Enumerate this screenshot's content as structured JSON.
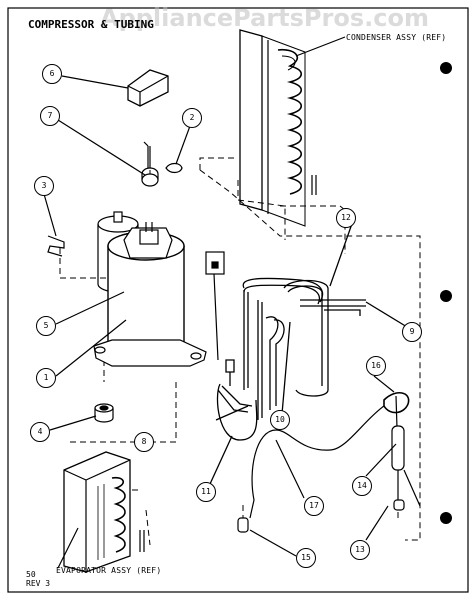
{
  "title": "COMPRESSOR & TUBING",
  "watermark": "AppliancePartsPros.com",
  "labels": {
    "condenser": "CONDENSER ASSY (REF)",
    "evaporator": "EVAPORATOR ASSY (REF)"
  },
  "callouts": [
    {
      "id": "1",
      "text": "1"
    },
    {
      "id": "2",
      "text": "2"
    },
    {
      "id": "3",
      "text": "3"
    },
    {
      "id": "4",
      "text": "4"
    },
    {
      "id": "5",
      "text": "5"
    },
    {
      "id": "6",
      "text": "6"
    },
    {
      "id": "7",
      "text": "7"
    },
    {
      "id": "8",
      "text": "8"
    },
    {
      "id": "9",
      "text": "9"
    },
    {
      "id": "10",
      "text": "10"
    },
    {
      "id": "11",
      "text": "11"
    },
    {
      "id": "12",
      "text": "12"
    },
    {
      "id": "13",
      "text": "13"
    },
    {
      "id": "14",
      "text": "14"
    },
    {
      "id": "15",
      "text": "15"
    },
    {
      "id": "16",
      "text": "16"
    },
    {
      "id": "17",
      "text": "17"
    }
  ],
  "footer": {
    "page": "50",
    "rev": "REV 3"
  }
}
